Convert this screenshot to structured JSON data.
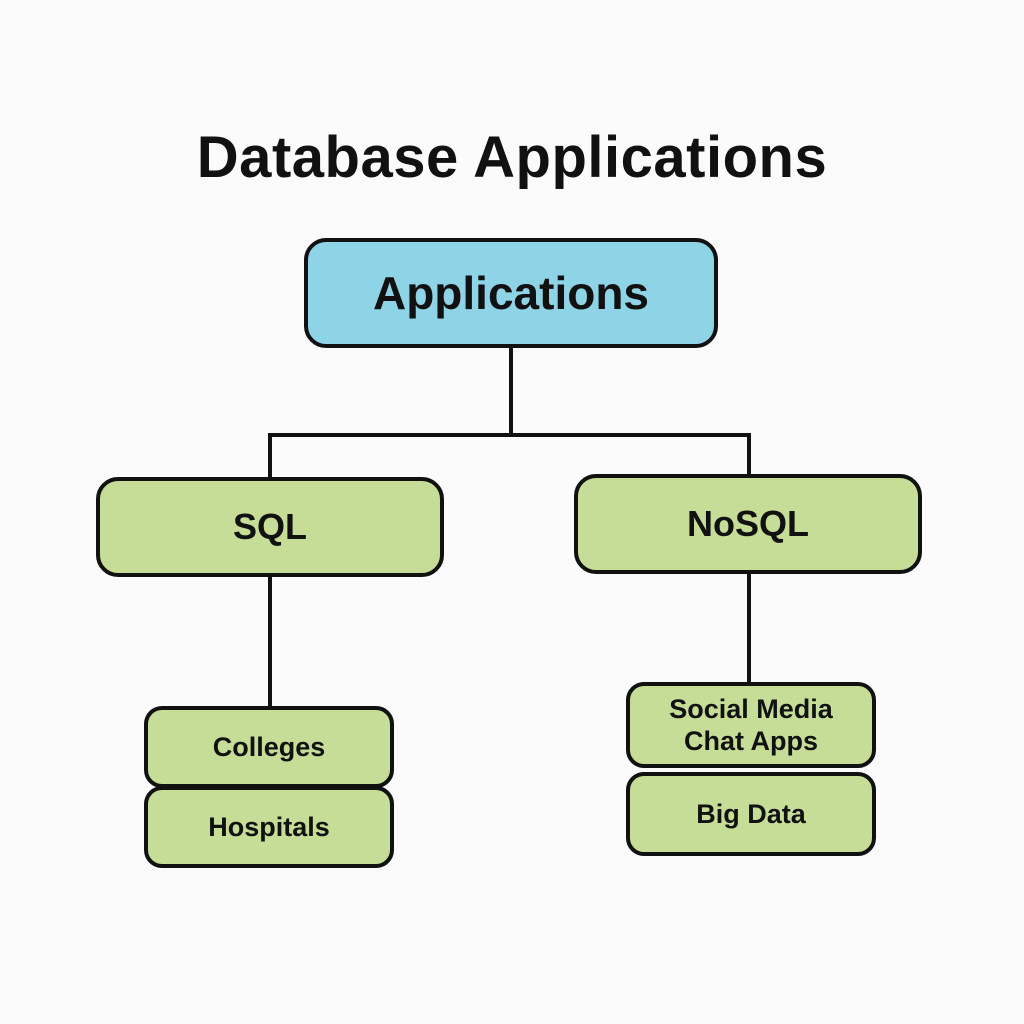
{
  "title": "Database Applications",
  "colors": {
    "root_fill": "#8fd3e6",
    "leaf_fill": "#c6dd97",
    "stroke": "#111111",
    "background": "#fbfbfb"
  },
  "nodes": {
    "root": {
      "label": "Applications"
    },
    "sql": {
      "label": "SQL",
      "children": [
        {
          "label": "Colleges"
        },
        {
          "label": "Hospitals"
        }
      ]
    },
    "nosql": {
      "label": "NoSQL",
      "children": [
        {
          "label": "Social Media\nChat Apps"
        },
        {
          "label": "Big Data"
        }
      ]
    }
  }
}
